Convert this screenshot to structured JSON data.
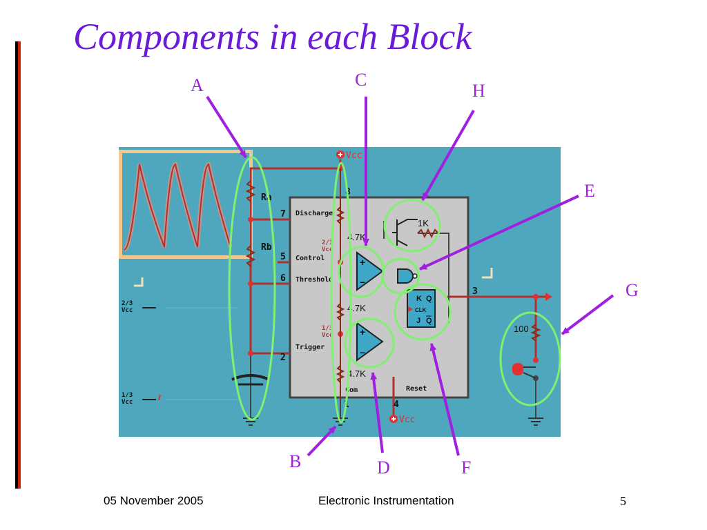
{
  "slide": {
    "title": "Components in each Block"
  },
  "diagram": {
    "callouts": [
      "A",
      "B",
      "C",
      "D",
      "E",
      "F",
      "G",
      "H"
    ],
    "supply_label": "Vcc",
    "pins": [
      "8",
      "7",
      "5",
      "6",
      "2",
      "1",
      "4",
      "3"
    ],
    "pin_names": {
      "discharge": "Discharge",
      "control": "Control",
      "threshold": "Threshold",
      "trigger": "Trigger",
      "com": "Com",
      "reset": "Reset"
    },
    "resistors": {
      "ra": "Ra",
      "rb": "Rb",
      "divider_1": "4.7K",
      "divider_2": "4.7K",
      "divider_3": "4.7K",
      "discharge_r": "1K",
      "led_r": "100"
    },
    "reference_levels": {
      "two_thirds": [
        "2/3",
        "Vcc"
      ],
      "one_third": [
        "1/3",
        "Vcc"
      ]
    },
    "flipflop": {
      "k": "K",
      "q": "Q",
      "clk": "CLK",
      "j": "J",
      "qbar": "Q"
    },
    "opamp_symbols": [
      "+",
      "−",
      "+",
      "−"
    ],
    "accent_colors": {
      "panel": "#4ea7bd",
      "chip": "#c8c8c8",
      "wire": "#b03030",
      "highlight": "#80f070",
      "callout_arrow": "#a020e0",
      "title": "#6a1bd8"
    }
  },
  "footer": {
    "date": "05 November 2005",
    "center": "Electronic Instrumentation",
    "page": "5"
  }
}
